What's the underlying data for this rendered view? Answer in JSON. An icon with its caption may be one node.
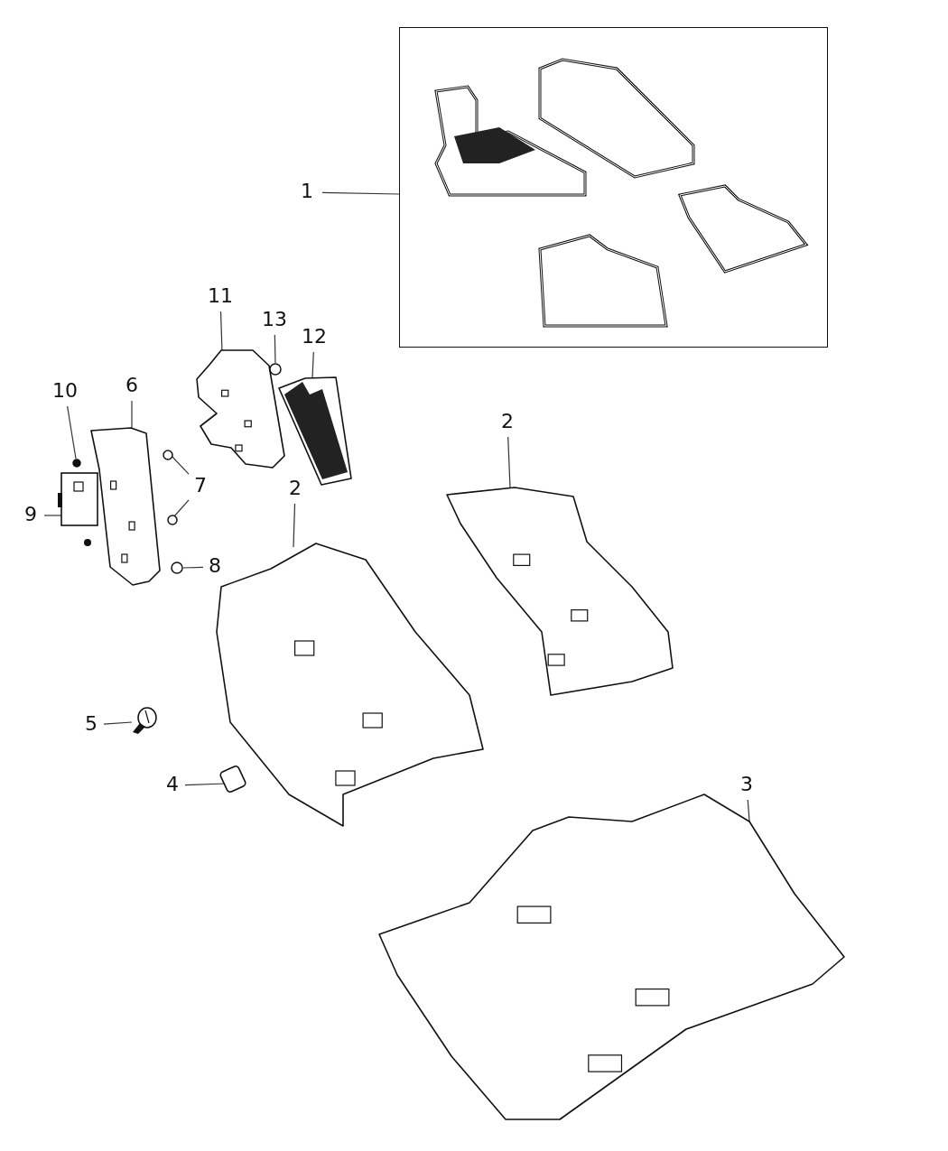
{
  "diagram": {
    "nodes": [
      {
        "text": [
          "1"
        ]
      },
      {
        "text": [],
        "shape": "box"
      },
      {
        "text": [
          "11"
        ]
      },
      {
        "text": [],
        "shape": "picture"
      },
      {
        "text": [
          "13"
        ]
      },
      {
        "text": [],
        "shape": "circle"
      },
      {
        "text": [
          "12"
        ]
      },
      {
        "text": [],
        "shape": "picture"
      },
      {
        "text": [
          "10"
        ]
      },
      {
        "text": [],
        "shape": "circle"
      },
      {
        "text": [
          "6"
        ]
      },
      {
        "text": [],
        "shape": "picture"
      },
      {
        "text": [
          "2"
        ]
      },
      {
        "text": [],
        "shape": "picture"
      },
      {
        "text": [
          "2"
        ]
      },
      {
        "text": [],
        "shape": "picture"
      },
      {
        "text": [
          "7"
        ]
      },
      {
        "text": [],
        "shape": "circle"
      },
      {
        "text": [],
        "shape": "circle"
      },
      {
        "text": [
          "9"
        ]
      },
      {
        "text": [],
        "shape": "box"
      },
      {
        "text": [
          "8"
        ]
      },
      {
        "text": [],
        "shape": "circle"
      },
      {
        "text": [
          "5"
        ]
      },
      {
        "text": [],
        "shape": "picture"
      },
      {
        "text": [
          "4"
        ]
      },
      {
        "text": [],
        "shape": "box"
      },
      {
        "text": [
          "3"
        ]
      },
      {
        "text": [],
        "shape": "picture"
      }
    ],
    "edges": [
      {
        "from": 0,
        "to": 1,
        "arrow": "none"
      },
      {
        "from": 2,
        "to": 3,
        "arrow": "none"
      },
      {
        "from": 4,
        "to": 5,
        "arrow": "none"
      },
      {
        "from": 6,
        "to": 7,
        "arrow": "none"
      },
      {
        "from": 8,
        "to": 9,
        "arrow": "none"
      },
      {
        "from": 10,
        "to": 11,
        "arrow": "none"
      },
      {
        "from": 12,
        "to": 13,
        "arrow": "none"
      },
      {
        "from": 14,
        "to": 15,
        "arrow": "none"
      },
      {
        "from": 16,
        "to": 17,
        "arrow": "none"
      },
      {
        "from": 16,
        "to": 18,
        "arrow": "none"
      },
      {
        "from": 19,
        "to": 20,
        "arrow": "none"
      },
      {
        "from": 21,
        "to": 22,
        "arrow": "none"
      },
      {
        "from": 23,
        "to": 24,
        "arrow": "none"
      },
      {
        "from": 25,
        "to": 26,
        "arrow": "none"
      },
      {
        "from": 27,
        "to": 28,
        "arrow": "none"
      }
    ]
  }
}
